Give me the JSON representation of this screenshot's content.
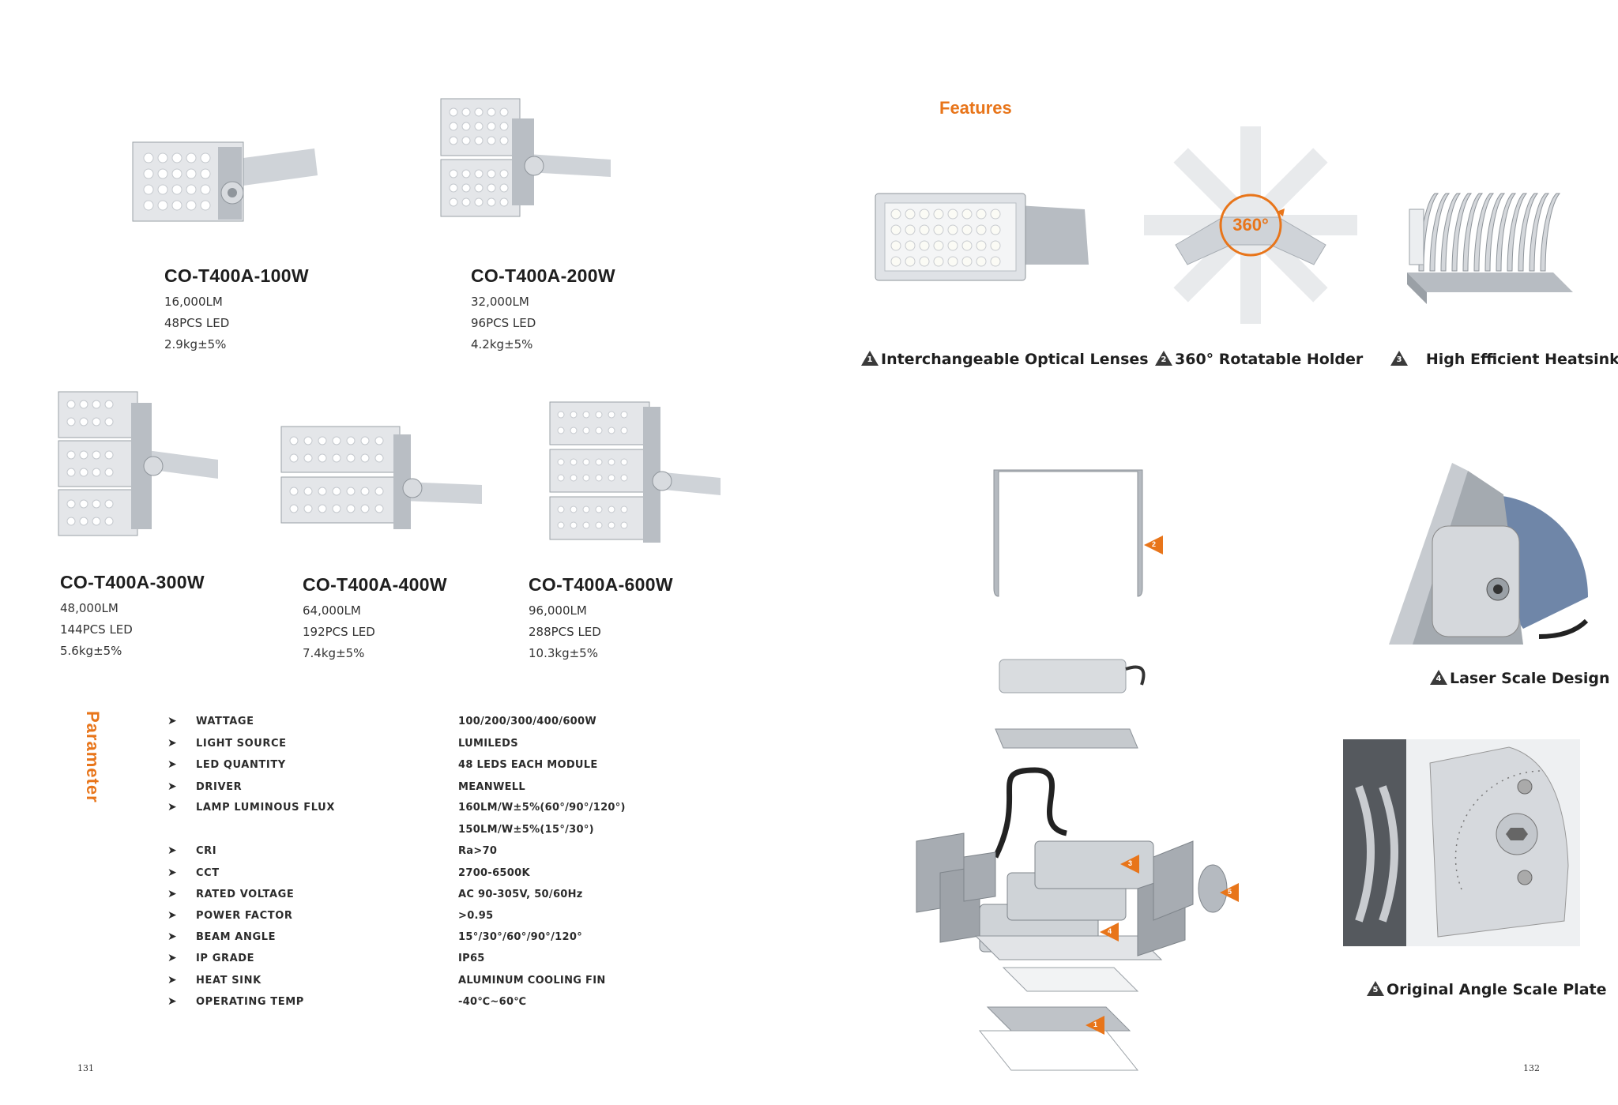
{
  "products": [
    {
      "model": "CO-T400A-100W",
      "lumens": "16,000LM",
      "leds": "48PCS LED",
      "weight": "2.9kg±5%"
    },
    {
      "model": "CO-T400A-200W",
      "lumens": "32,000LM",
      "leds": "96PCS LED",
      "weight": "4.2kg±5%"
    },
    {
      "model": "CO-T400A-300W",
      "lumens": "48,000LM",
      "leds": "144PCS LED",
      "weight": "5.6kg±5%"
    },
    {
      "model": "CO-T400A-400W",
      "lumens": "64,000LM",
      "leds": "192PCS LED",
      "weight": "7.4kg±5%"
    },
    {
      "model": "CO-T400A-600W",
      "lumens": "96,000LM",
      "leds": "288PCS LED",
      "weight": "10.3kg±5%"
    }
  ],
  "parameter": {
    "title": "Parameter",
    "rows": [
      {
        "name": "WATTAGE",
        "value": "100/200/300/400/600W"
      },
      {
        "name": "LIGHT SOURCE",
        "value": "LUMILEDS"
      },
      {
        "name": "LED QUANTITY",
        "value": "48 LEDS EACH MODULE"
      },
      {
        "name": "DRIVER",
        "value": "MEANWELL"
      },
      {
        "name": "LAMP LUMINOUS FLUX",
        "value": "160LM/W±5%(60°/90°/120°)"
      },
      {
        "name": "",
        "value": "150LM/W±5%(15°/30°)"
      },
      {
        "name": "CRI",
        "value": "Ra>70"
      },
      {
        "name": "CCT",
        "value": "2700-6500K"
      },
      {
        "name": "RATED VOLTAGE",
        "value": "AC 90-305V, 50/60Hz"
      },
      {
        "name": "POWER FACTOR",
        "value": ">0.95"
      },
      {
        "name": "BEAM ANGLE",
        "value": "15°/30°/60°/90°/120°"
      },
      {
        "name": "IP GRADE",
        "value": "IP65"
      },
      {
        "name": "HEAT SINK",
        "value": "ALUMINUM COOLING FIN"
      },
      {
        "name": "OPERATING TEMP",
        "value": "-40℃~60℃"
      }
    ]
  },
  "features": {
    "title": "Features",
    "items": [
      {
        "num": "1",
        "label": "Interchangeable Optical Lenses"
      },
      {
        "num": "2",
        "label": "360°  Rotatable Holder"
      },
      {
        "num": "3",
        "label": "High Efficient Heatsink"
      },
      {
        "num": "4",
        "label": "Laser Scale Design"
      },
      {
        "num": "5",
        "label": "Original Angle Scale Plate"
      }
    ],
    "rotate_badge": "360°",
    "exploded_markers": [
      "2",
      "3",
      "4",
      "5",
      "1"
    ]
  },
  "pages": {
    "left": "131",
    "right": "132"
  },
  "colors": {
    "accent": "#e8751a",
    "text": "#2b2b2b",
    "metal": "#c8ccd1"
  }
}
